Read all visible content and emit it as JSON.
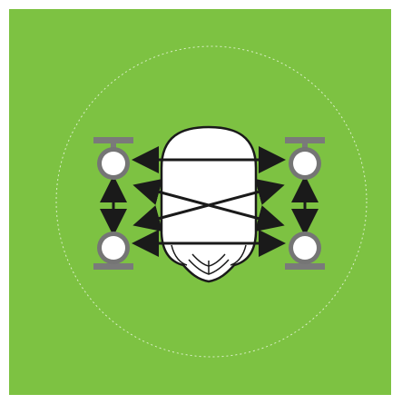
{
  "colors": {
    "background": "#7DC242",
    "circle_outline": "#D9EFC6",
    "sensor_fill": "#FFFFFF",
    "sensor_ring": "#757575",
    "mount_bar": "#7A7A7A",
    "arrow": "#1A1A1A",
    "head_fill": "#FFFFFF",
    "head_line": "#1A1A1A"
  },
  "diagram": {
    "sensors": [
      {
        "name": "top-left-sensor"
      },
      {
        "name": "top-right-sensor"
      },
      {
        "name": "bottom-left-sensor"
      },
      {
        "name": "bottom-right-sensor"
      }
    ],
    "connections": [
      {
        "from": "top-left-sensor",
        "to": "top-right-sensor"
      },
      {
        "from": "bottom-left-sensor",
        "to": "bottom-right-sensor"
      },
      {
        "from": "top-left-sensor",
        "to": "bottom-left-sensor"
      },
      {
        "from": "top-right-sensor",
        "to": "bottom-right-sensor"
      },
      {
        "from": "top-left-sensor",
        "to": "bottom-right-sensor"
      },
      {
        "from": "top-right-sensor",
        "to": "bottom-left-sensor"
      }
    ],
    "icons": [
      "head-top-view-icon",
      "measurement-area-circle"
    ]
  }
}
